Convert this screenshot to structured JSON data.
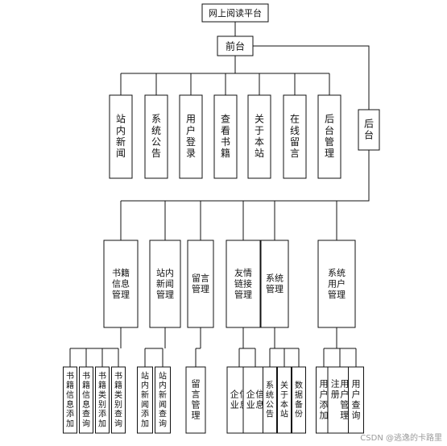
{
  "root": "网上阅读平台",
  "front": {
    "label": "前台",
    "items": [
      "站内新闻",
      "系统公告",
      "用户登录",
      "查看书籍",
      "关于本站",
      "在线留言",
      "后台管理"
    ]
  },
  "back": {
    "label": "后台",
    "modules": [
      {
        "label": "书籍信息管理",
        "children": [
          "书籍信息添加",
          "书籍信息查询",
          "书籍类别添加",
          "书籍类别查询"
        ]
      },
      {
        "label": "站内新闻管理",
        "children": [
          "站内新闻添加",
          "站内新闻查询"
        ]
      },
      {
        "label": "留言管理",
        "children": [
          "留言管理"
        ]
      },
      {
        "label": "友情链接管理",
        "children": [
          "企业信息",
          "企业信息"
        ]
      },
      {
        "label": "系统管理",
        "children": [
          "系统公告",
          "关于本站",
          "数据备份"
        ]
      },
      {
        "label": "系统用户管理",
        "children": [
          "用户添加",
          "注册用户管理",
          "用户查询"
        ]
      }
    ]
  },
  "watermark": "CSDN @逃逸的卡路里"
}
